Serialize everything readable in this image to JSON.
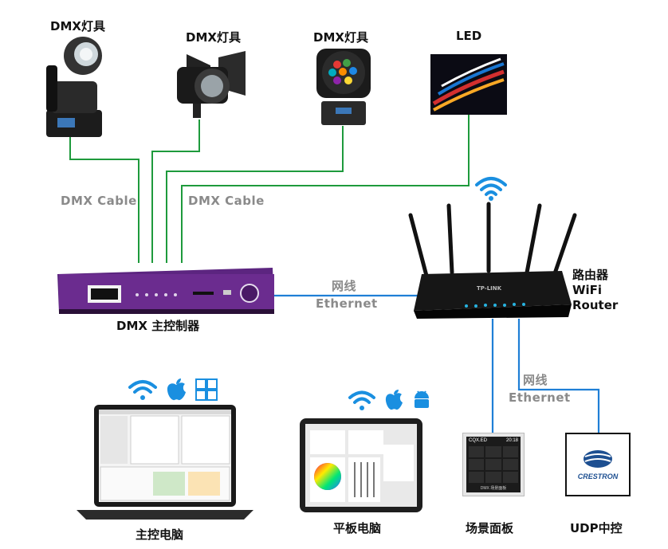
{
  "fixtures": [
    {
      "label": "DMX灯具"
    },
    {
      "label": "DMX灯具"
    },
    {
      "label": "DMX灯具"
    },
    {
      "label": "LED"
    }
  ],
  "links": {
    "dmx_cable_1": "DMX Cable",
    "dmx_cable_2": "DMX Cable",
    "ethernet_cn_1": "网线",
    "ethernet_en_1": "Ethernet",
    "ethernet_cn_2": "网线",
    "ethernet_en_2": "Ethernet"
  },
  "controller": {
    "label": "DMX 主控制器"
  },
  "router": {
    "line1": "路由器",
    "line2": "WiFi",
    "line3": "Router",
    "brand": "TP-LINK"
  },
  "clients": {
    "laptop": "主控电脑",
    "tablet": "平板电脑",
    "scene_panel": "场景面板",
    "udp": "UDP中控"
  },
  "scene_panel_screen": {
    "brand": "CQX.ED",
    "time": "20:18",
    "title": "DMX 场景面板"
  },
  "crestron": {
    "logo": "CRESTRON"
  },
  "colors": {
    "dmx_line": "#1e9a3c",
    "ethernet_line": "#1f7fd6",
    "wifi": "#1a8fe0",
    "controller_purple": "#6b2c8f"
  }
}
